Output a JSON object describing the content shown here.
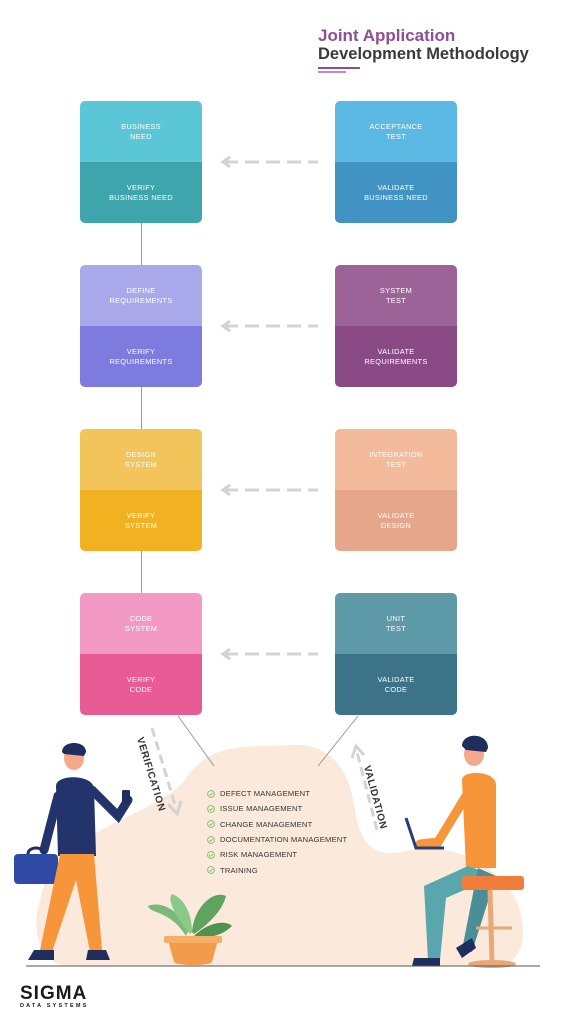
{
  "header": {
    "title_line1": "Joint Application",
    "title_line2": "Development Methodology"
  },
  "left_column": [
    {
      "top": "BUSINESS\nNEED",
      "bottom": "VERIFY\nBUSINESS NEED",
      "top_color": "#5bc6d6",
      "bottom_color": "#3ea5ad"
    },
    {
      "top": "DEFINE\nREQUIREMENTS",
      "bottom": "VERIFY\nREQUIREMENTS",
      "top_color": "#a9a8ea",
      "bottom_color": "#7e7bdf"
    },
    {
      "top": "DESIGN\nSYSTEM",
      "bottom": "VERIFY\nSYSTEM",
      "top_color": "#f2c45a",
      "bottom_color": "#f2b121"
    },
    {
      "top": "CODE\nSYSTEM",
      "bottom": "VERIFY\nCODE",
      "top_color": "#f29ac3",
      "bottom_color": "#e85b94"
    }
  ],
  "right_column": [
    {
      "top": "ACCEPTANCE\nTEST",
      "bottom": "VALIDATE\nBUSINESS NEED",
      "top_color": "#5cb9e4",
      "bottom_color": "#4193c3"
    },
    {
      "top": "SYSTEM\nTEST",
      "bottom": "VALIDATE\nREQUIREMENTS",
      "top_color": "#9c6399",
      "bottom_color": "#8a4a86"
    },
    {
      "top": "INTEGRATION\nTEST",
      "bottom": "VALIDATE\nDESIGN",
      "top_color": "#f3bb9b",
      "bottom_color": "#e6a68b"
    },
    {
      "top": "UNIT\nTEST",
      "bottom": "VALIDATE\nCODE",
      "top_color": "#5f9aa9",
      "bottom_color": "#3c7388"
    }
  ],
  "labels": {
    "verification": "VERIFICATION",
    "validation": "VALIDATION"
  },
  "checklist": [
    "DEFECT MANAGEMENT",
    "ISSUE MANAGEMENT",
    "CHANGE MANAGEMENT",
    "DOCUMENTATION MANAGEMENT",
    "RISK MANAGEMENT",
    "TRAINING"
  ],
  "logo": {
    "name": "SIGMA",
    "sub": "DATA SYSTEMS"
  },
  "colors": {
    "arrow": "#d3d3d3",
    "blob": "#fbeadb",
    "check": "#7fbf6a"
  }
}
